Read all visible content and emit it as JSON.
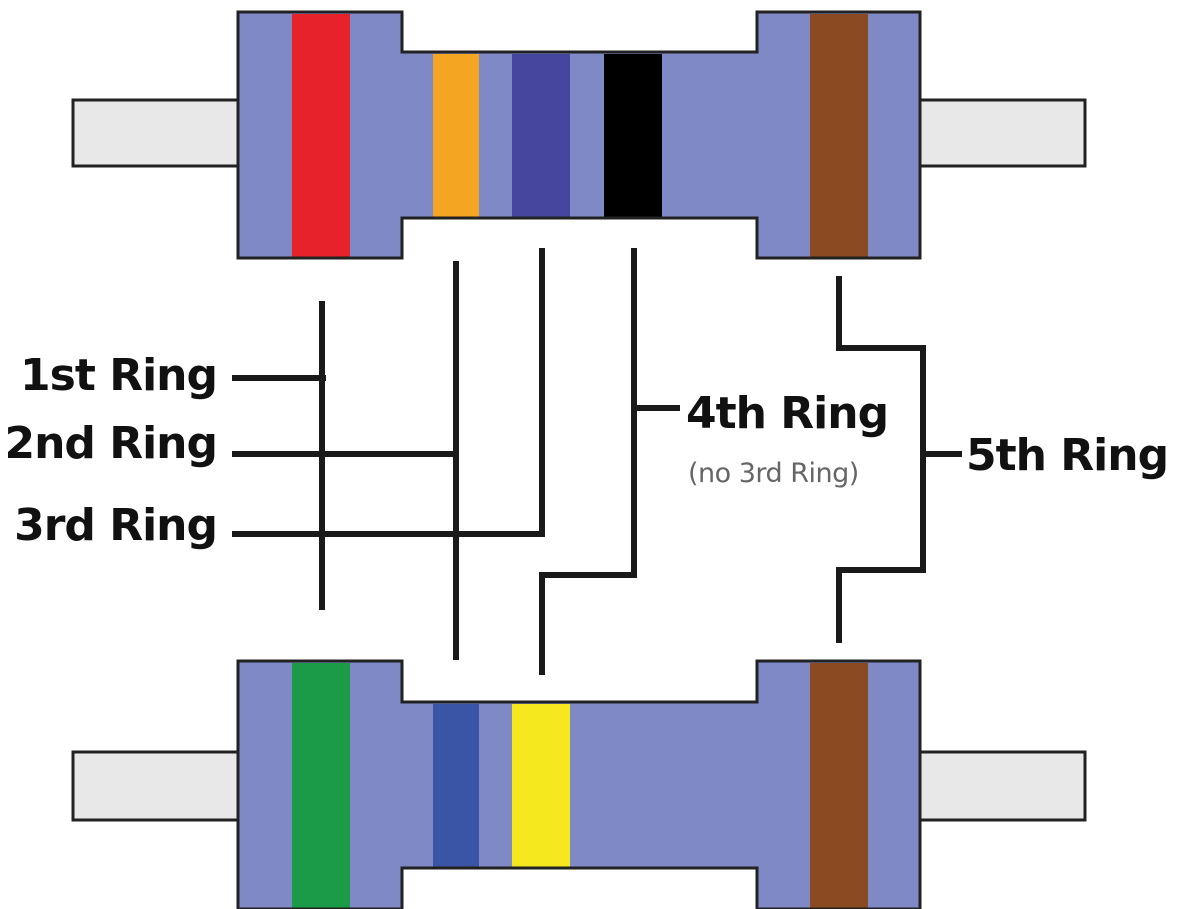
{
  "labels": {
    "ring1": "1st Ring",
    "ring2": "2nd Ring",
    "ring3": "3rd Ring",
    "ring4": "4th Ring",
    "ring4_note": "(no 3rd Ring)",
    "ring5": "5th Ring"
  },
  "colors": {
    "body": "#7f89c6",
    "lead": "#e8e8e8",
    "outline": "#222222",
    "connector": "#1a1a1a"
  },
  "top_resistor": {
    "bands": [
      {
        "name": "red",
        "color": "#e8222a"
      },
      {
        "name": "orange",
        "color": "#f4a521"
      },
      {
        "name": "indigo",
        "color": "#46469e"
      },
      {
        "name": "black",
        "color": "#000000"
      },
      {
        "name": "brown",
        "color": "#8b4a22"
      }
    ]
  },
  "bottom_resistor": {
    "bands": [
      {
        "name": "green",
        "color": "#1b9a48"
      },
      {
        "name": "blue",
        "color": "#3a55a6"
      },
      {
        "name": "yellow",
        "color": "#f6e81e"
      },
      {
        "name": "brown",
        "color": "#8b4a22"
      }
    ]
  }
}
